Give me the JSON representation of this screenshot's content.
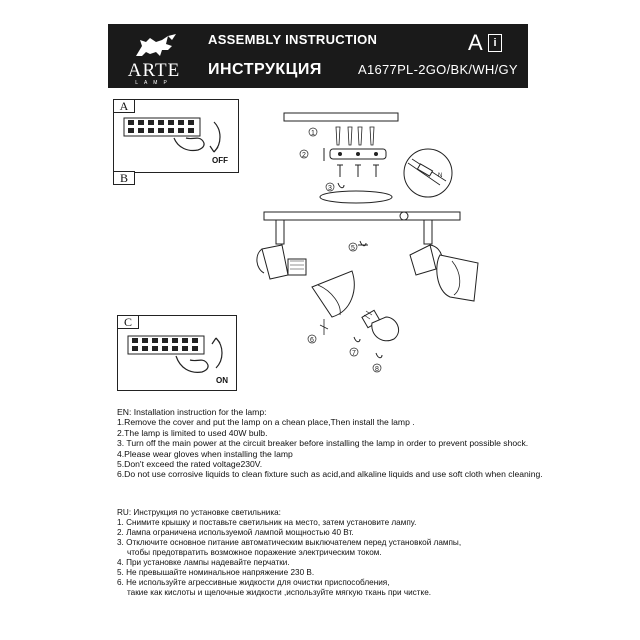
{
  "header": {
    "brand": "ARTE",
    "brand_sub": "LAMP",
    "title_en": "ASSEMBLY INSTRUCTION",
    "title_ru": "ИНСТРУКЦИЯ",
    "section_letter": "A",
    "info_icon": "i",
    "model": "A1677PL-2GO/BK/WH/GY"
  },
  "panels": {
    "a": {
      "tag": "A",
      "label": "OFF"
    },
    "b": {
      "tag": "B"
    },
    "c": {
      "tag": "C",
      "label": "ON"
    }
  },
  "diagram": {
    "steps": [
      "1",
      "2",
      "3",
      "5",
      "6",
      "7",
      "8"
    ],
    "wire_label": "N",
    "icons": [
      "ceiling-mount-plate-icon",
      "screw-icon",
      "wall-anchor-icon",
      "spotlight-head-icon",
      "bulb-icon",
      "terminal-block-icon",
      "hand-icon"
    ]
  },
  "en": {
    "heading": "EN:  Installation instruction for the lamp:",
    "lines": [
      "1.Remove the cover and put the lamp on a  chean place,Then install  the lamp .",
      "2.The lamp is limited to  used 40W bulb.",
      "3. Turn off the main power at the circuit breaker before  installing the lamp in order to prevent possible shock.",
      "4.Please wear gloves when installing the lamp",
      "5.Don't exceed the rated voltage230V.",
      "6.Do not use corrosive liquids to clean fixture such as acid,and alkaline liquids and use soft cloth when cleaning."
    ]
  },
  "ru": {
    "heading": "RU: Инструкция по установке светильника:",
    "lines": [
      "1. Снимите крышку и поставьте светильник на место, затем установите лампу.",
      "2. Лампа ограничена используемой лампой мощностью 40 Вт.",
      "3. Отключите основное питание автоматическим выключателем перед установкой лампы,",
      "чтобы предотвратить возможное поражение электрическим током.",
      "4. При установке лампы надевайте перчатки.",
      "5. Не превышайте номинальное напряжение 230 В.",
      "6. Не используйте агрессивные жидкости для очистки приспособления,",
      "такие как кислоты и щелочные жидкости  ,используйте мягкую ткань при чистке."
    ]
  }
}
